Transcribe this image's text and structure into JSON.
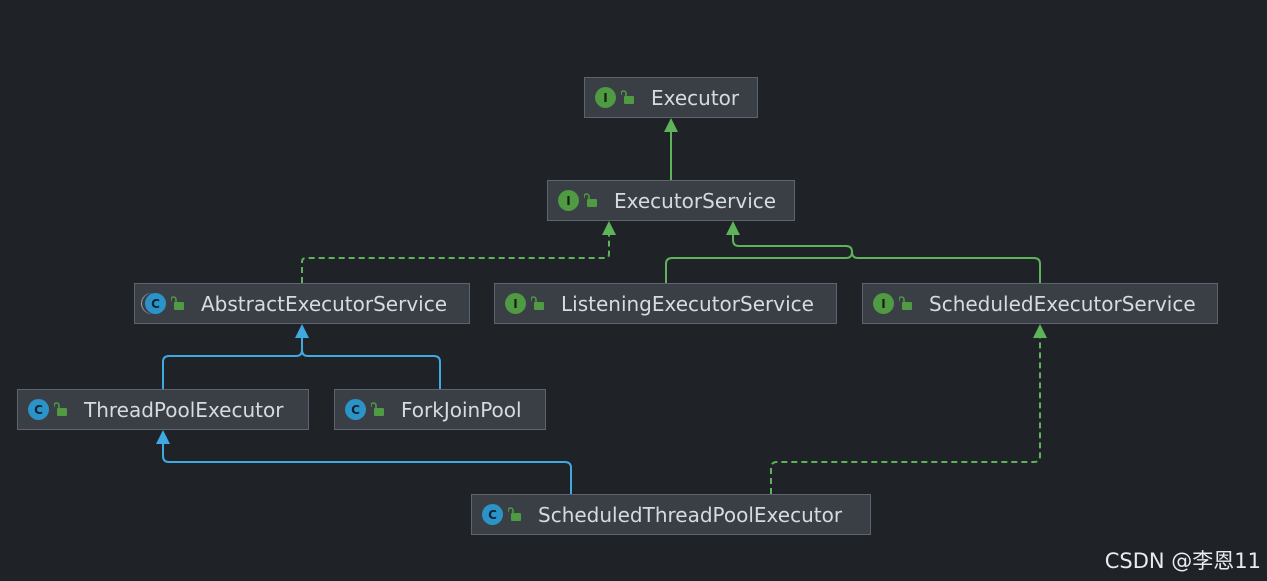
{
  "nodes": {
    "executor": {
      "label": "Executor",
      "kind": "interface",
      "badge": "I"
    },
    "executor_service": {
      "label": "ExecutorService",
      "kind": "interface",
      "badge": "I"
    },
    "abstract_executor_service": {
      "label": "AbstractExecutorService",
      "kind": "abstract-class",
      "badge": "C"
    },
    "listening_executor_service": {
      "label": "ListeningExecutorService",
      "kind": "interface",
      "badge": "I"
    },
    "scheduled_executor_service": {
      "label": "ScheduledExecutorService",
      "kind": "interface",
      "badge": "I"
    },
    "thread_pool_executor": {
      "label": "ThreadPoolExecutor",
      "kind": "class",
      "badge": "C"
    },
    "fork_join_pool": {
      "label": "ForkJoinPool",
      "kind": "class",
      "badge": "C"
    },
    "scheduled_thread_pool_executor": {
      "label": "ScheduledThreadPoolExecutor",
      "kind": "class",
      "badge": "C"
    }
  },
  "edges": [
    {
      "from": "executor_service",
      "to": "executor",
      "type": "extends-interface"
    },
    {
      "from": "abstract_executor_service",
      "to": "executor_service",
      "type": "implements"
    },
    {
      "from": "listening_executor_service",
      "to": "executor_service",
      "type": "extends-interface"
    },
    {
      "from": "scheduled_executor_service",
      "to": "executor_service",
      "type": "extends-interface"
    },
    {
      "from": "thread_pool_executor",
      "to": "abstract_executor_service",
      "type": "extends-class"
    },
    {
      "from": "fork_join_pool",
      "to": "abstract_executor_service",
      "type": "extends-class"
    },
    {
      "from": "scheduled_thread_pool_executor",
      "to": "thread_pool_executor",
      "type": "extends-class"
    },
    {
      "from": "scheduled_thread_pool_executor",
      "to": "scheduled_executor_service",
      "type": "implements"
    }
  ],
  "colors": {
    "background": "#1f2227",
    "interface_edge": "#5fb35a",
    "class_edge": "#3fa9e0",
    "interface_badge": "#4f9a42",
    "class_badge": "#2c93c9"
  },
  "watermark": "CSDN @李恩11"
}
